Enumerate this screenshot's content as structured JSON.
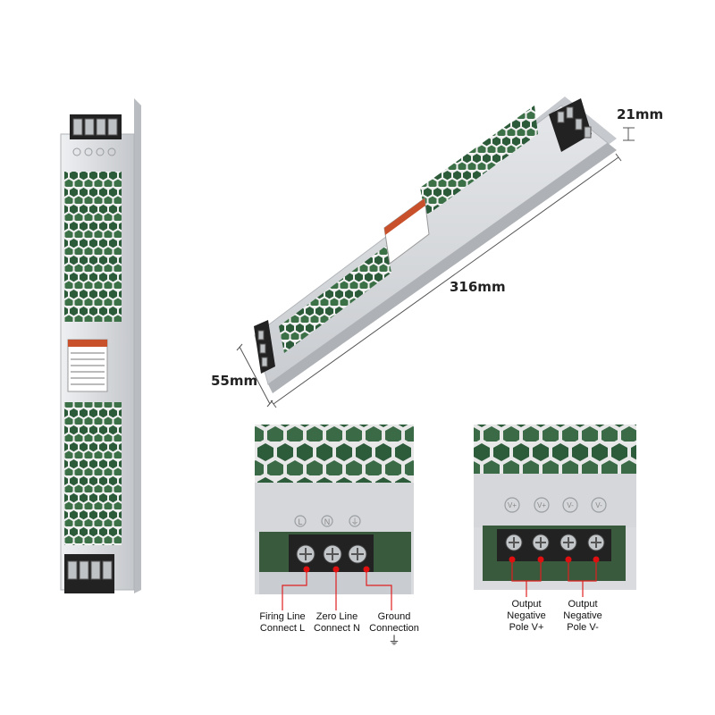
{
  "dimensions": {
    "height": "21mm",
    "length": "316mm",
    "width": "55mm"
  },
  "terminals_ac": {
    "symbols": [
      "L",
      "N",
      "⏚"
    ],
    "callouts": [
      {
        "line1": "Firing Line",
        "line2": "Connect L"
      },
      {
        "line1": "Zero Line",
        "line2": "Connect N"
      },
      {
        "line1": "Ground",
        "line2": "Connection",
        "symbol": "⏚"
      }
    ]
  },
  "terminals_dc": {
    "symbols": [
      "V+",
      "V+",
      "V-",
      "V-"
    ],
    "callouts": [
      {
        "line1": "Output",
        "line2": "Negative",
        "line3": "Pole V+"
      },
      {
        "line1": "Output",
        "line2": "Negative",
        "line3": "Pole V-"
      }
    ]
  },
  "colors": {
    "callout_line": "#e02020",
    "callout_dot": "#e01010",
    "housing": "#d7d9dc",
    "pcb": "#2f5a3a"
  }
}
